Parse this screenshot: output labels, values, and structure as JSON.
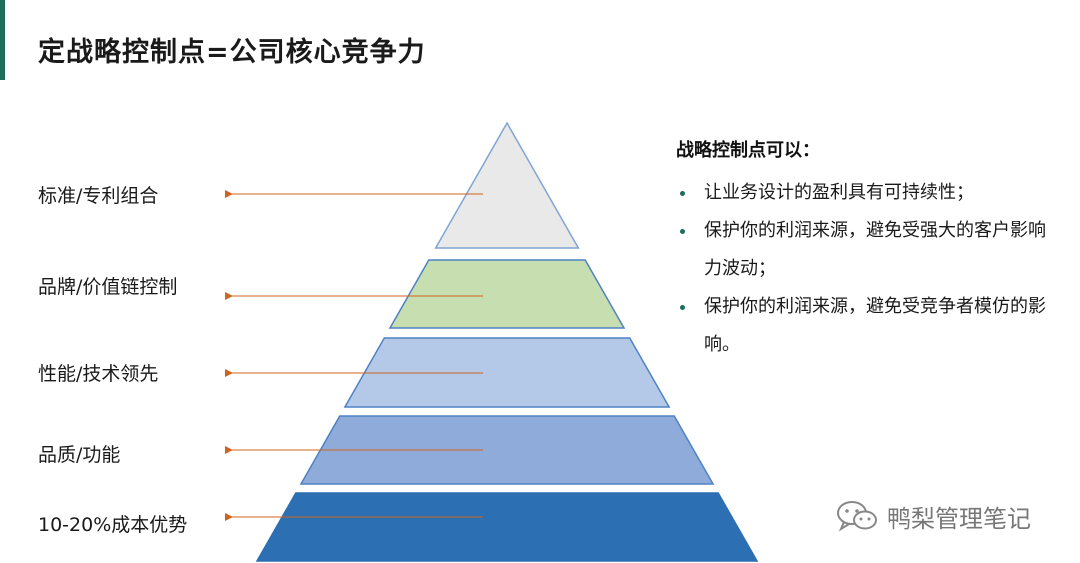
{
  "title": "定战略控制点=公司核心竞争力",
  "pyramid": {
    "levels": [
      {
        "label": "标准/专利组合",
        "fill": "#e9e9e9",
        "stroke": "#7fa6d3"
      },
      {
        "label": "品牌/价值链控制",
        "fill": "#c7deb0",
        "stroke": "#4e82c4"
      },
      {
        "label": "性能/技术领先",
        "fill": "#b4c9e8",
        "stroke": "#4e82c4"
      },
      {
        "label": "品质/功能",
        "fill": "#8eabd9",
        "stroke": "#4e82c4"
      },
      {
        "label": "10-20%成本优势",
        "fill": "#2d6fb3",
        "stroke": "#2d6fb3"
      }
    ],
    "arrow_color": "#d0631f"
  },
  "panel": {
    "heading": "战略控制点可以：",
    "bullets": [
      "让业务设计的盈利具有可持续性；",
      "保护你的利润来源，避免受强大的客户影响力波动；",
      "保护你的利润来源，避免受竞争者模仿的影响。"
    ],
    "bullet_color": "#1f6b5c"
  },
  "watermark": {
    "text": "鸭梨管理笔记",
    "icon": "wechat-icon"
  }
}
